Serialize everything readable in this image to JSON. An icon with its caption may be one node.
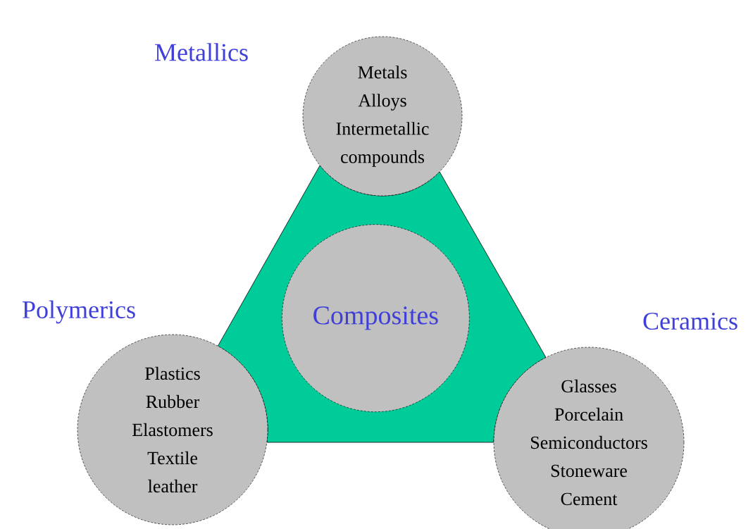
{
  "diagram": {
    "nodes": [
      {
        "text": [],
        "shape": "triangle"
      },
      {
        "text": [
          "Metallics",
          "Metals",
          "Alloys",
          "Intermetallic compounds"
        ]
      },
      {
        "text": [
          "Composites"
        ],
        "in": 0
      },
      {
        "text": [
          "Polymerics",
          "Plastics",
          "Rubber",
          "Elastomers",
          "Textile",
          "leather"
        ]
      },
      {
        "text": [
          "Ceramics",
          "Glasses",
          "Porcelain",
          "Semiconductors",
          "Stoneware",
          "Cement"
        ]
      }
    ]
  }
}
